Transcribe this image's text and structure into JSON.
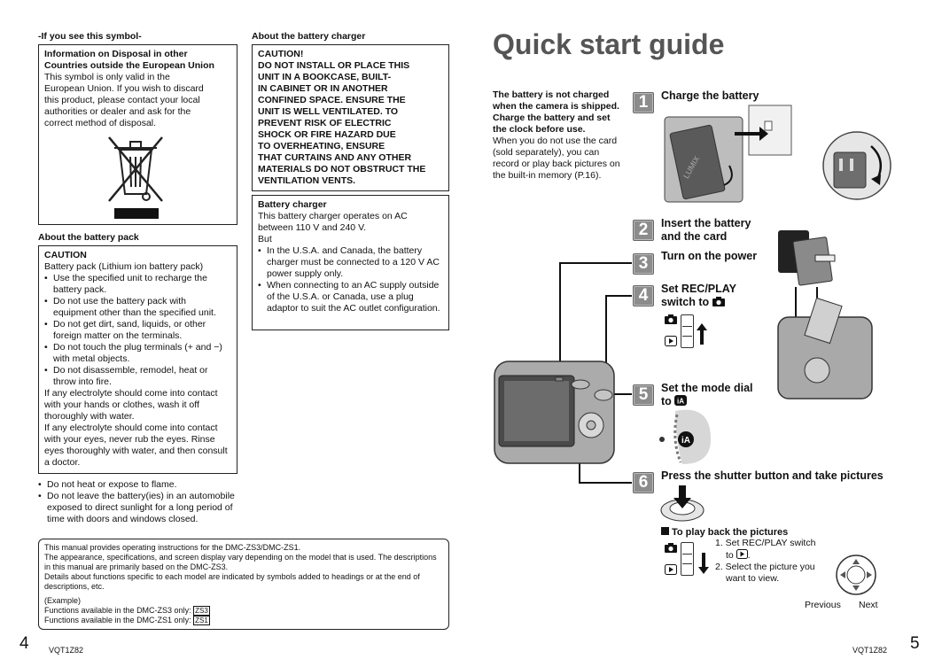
{
  "left": {
    "symbol_heading": "-If you see this symbol-",
    "disposal": {
      "title_line1": "Information on Disposal in other",
      "title_line2": "Countries outside the European Union",
      "body_lines": [
        "This symbol is only valid in the",
        "European Union. If you wish to discard",
        "this product, please contact your local",
        "authorities or dealer and ask for the",
        "correct method of disposal."
      ]
    },
    "battery_pack_heading": "About the battery pack",
    "battery_pack": {
      "caution": "CAUTION",
      "intro": "Battery pack (Lithium ion battery pack)",
      "bullets": [
        "Use the specified unit to recharge the battery pack.",
        "Do not use the battery pack with equipment other than the specified unit.",
        "Do not get dirt, sand, liquids, or other foreign matter on the terminals.",
        "Do not touch the plug terminals (+ and −) with metal objects.",
        "Do not disassemble, remodel, heat or throw into fire."
      ],
      "para1": "If any electrolyte should come into contact with your hands or clothes, wash it off thoroughly with water.",
      "para2": "If any electrolyte should come into contact with your eyes, never rub the eyes. Rinse eyes thoroughly with water, and then consult a doctor."
    },
    "outside_bullets": [
      "Do not heat or expose to flame.",
      "Do not leave the battery(ies) in an automobile exposed to direct sunlight for a long period of time with doors and windows closed."
    ],
    "charger_heading": "About the battery charger",
    "charger_caution": {
      "lines": [
        "CAUTION!",
        "DO NOT INSTALL OR PLACE THIS",
        "UNIT IN A BOOKCASE, BUILT-",
        "IN CABINET OR IN ANOTHER",
        "CONFINED SPACE. ENSURE THE",
        "UNIT IS WELL VENTILATED. TO",
        "PREVENT RISK OF ELECTRIC",
        "SHOCK OR FIRE HAZARD DUE",
        "TO OVERHEATING, ENSURE",
        "THAT CURTAINS AND ANY OTHER",
        "MATERIALS DO NOT OBSTRUCT THE",
        "VENTILATION VENTS."
      ]
    },
    "charger_box": {
      "title": "Battery charger",
      "line1": "This battery charger operates on AC",
      "line2": "between 110 V and 240 V.",
      "line3": "But",
      "bullets": [
        "In the U.S.A. and Canada, the battery charger must be connected to a 120 V AC power supply only.",
        "When connecting to an AC supply outside of the U.S.A. or Canada, use a plug adaptor to suit the AC outlet configuration."
      ]
    },
    "manual_note": {
      "line1": "This manual provides operating instructions for the DMC-ZS3/DMC-ZS1.",
      "line2": "The appearance, specifications, and screen display vary depending on the model that is used. The descriptions in this manual are primarily based on the DMC-ZS3.",
      "line3": "Details about functions specific to each model are indicated by symbols added to headings or at the end of descriptions, etc.",
      "example": "(Example)",
      "zs3_text": "Functions available in the DMC-ZS3 only:",
      "zs3_tag": "ZS3",
      "zs1_text": "Functions available in the DMC-ZS1 only:",
      "zs1_tag": "ZS1"
    },
    "page_number": "4",
    "code": "VQT1Z82"
  },
  "right": {
    "title": "Quick start guide",
    "intro_bold": "The battery is not charged when the camera is shipped. Charge the battery and set the clock before use.",
    "intro_text": "When you do not use the card (sold separately), you can record or play back pictures on the built-in memory (P.16).",
    "steps": [
      {
        "num": "1",
        "l1": "Charge the battery",
        "l2": ""
      },
      {
        "num": "2",
        "l1": "Insert the battery",
        "l2": "and the card"
      },
      {
        "num": "3",
        "l1": "Turn on the power",
        "l2": ""
      },
      {
        "num": "4",
        "l1": "Set REC/PLAY",
        "l2": "switch to"
      },
      {
        "num": "5",
        "l1": "Set the mode dial",
        "l2": "to"
      },
      {
        "num": "6",
        "l1": "Press the shutter button and take pictures",
        "l2": ""
      }
    ],
    "playback": {
      "title": "To play back the pictures",
      "step1a": "1. Set REC/PLAY switch",
      "step1b": "to",
      "step2a": "2. Select the picture you",
      "step2b": "want to view.",
      "prev": "Previous",
      "next": "Next"
    },
    "brand_text": "LUMIX",
    "mode_label": "iA",
    "page_number": "5",
    "code": "VQT1Z82"
  }
}
